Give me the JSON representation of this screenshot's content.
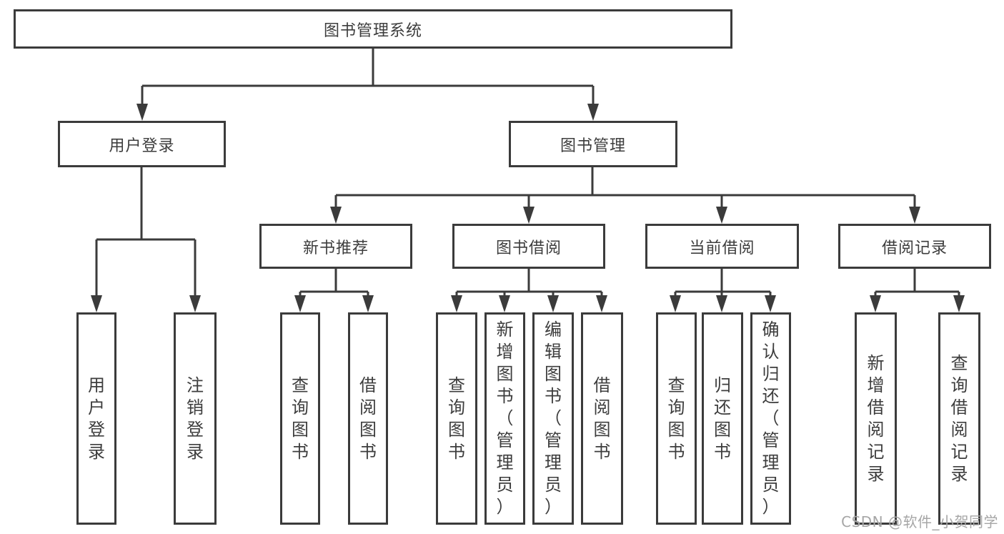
{
  "colors": {
    "line": "#3b3b3b",
    "box_border": "#3b3b3b",
    "text": "#3d3d3d",
    "watermark": "#a6a6a6",
    "background": "#ffffff"
  },
  "nodes": {
    "root": "图书管理系统",
    "user_login": "用户登录",
    "book_mgmt": "图书管理",
    "level3": [
      "新书推荐",
      "图书借阅",
      "当前借阅",
      "借阅记录"
    ],
    "user_login_children": [
      "用户登录",
      "注销登录"
    ],
    "new_book_children": [
      "查询图书",
      "借阅图书"
    ],
    "book_borrow_children": [
      "查询图书",
      "新增图书（管理员）",
      "编辑图书（管理员）",
      "借阅图书"
    ],
    "current_borrow_children": [
      "查询图书",
      "归还图书",
      "确认归还（管理员）"
    ],
    "borrow_record_children": [
      "新增借阅记录",
      "查询借阅记录"
    ]
  },
  "watermark": "CSDN @软件_小贺同学"
}
